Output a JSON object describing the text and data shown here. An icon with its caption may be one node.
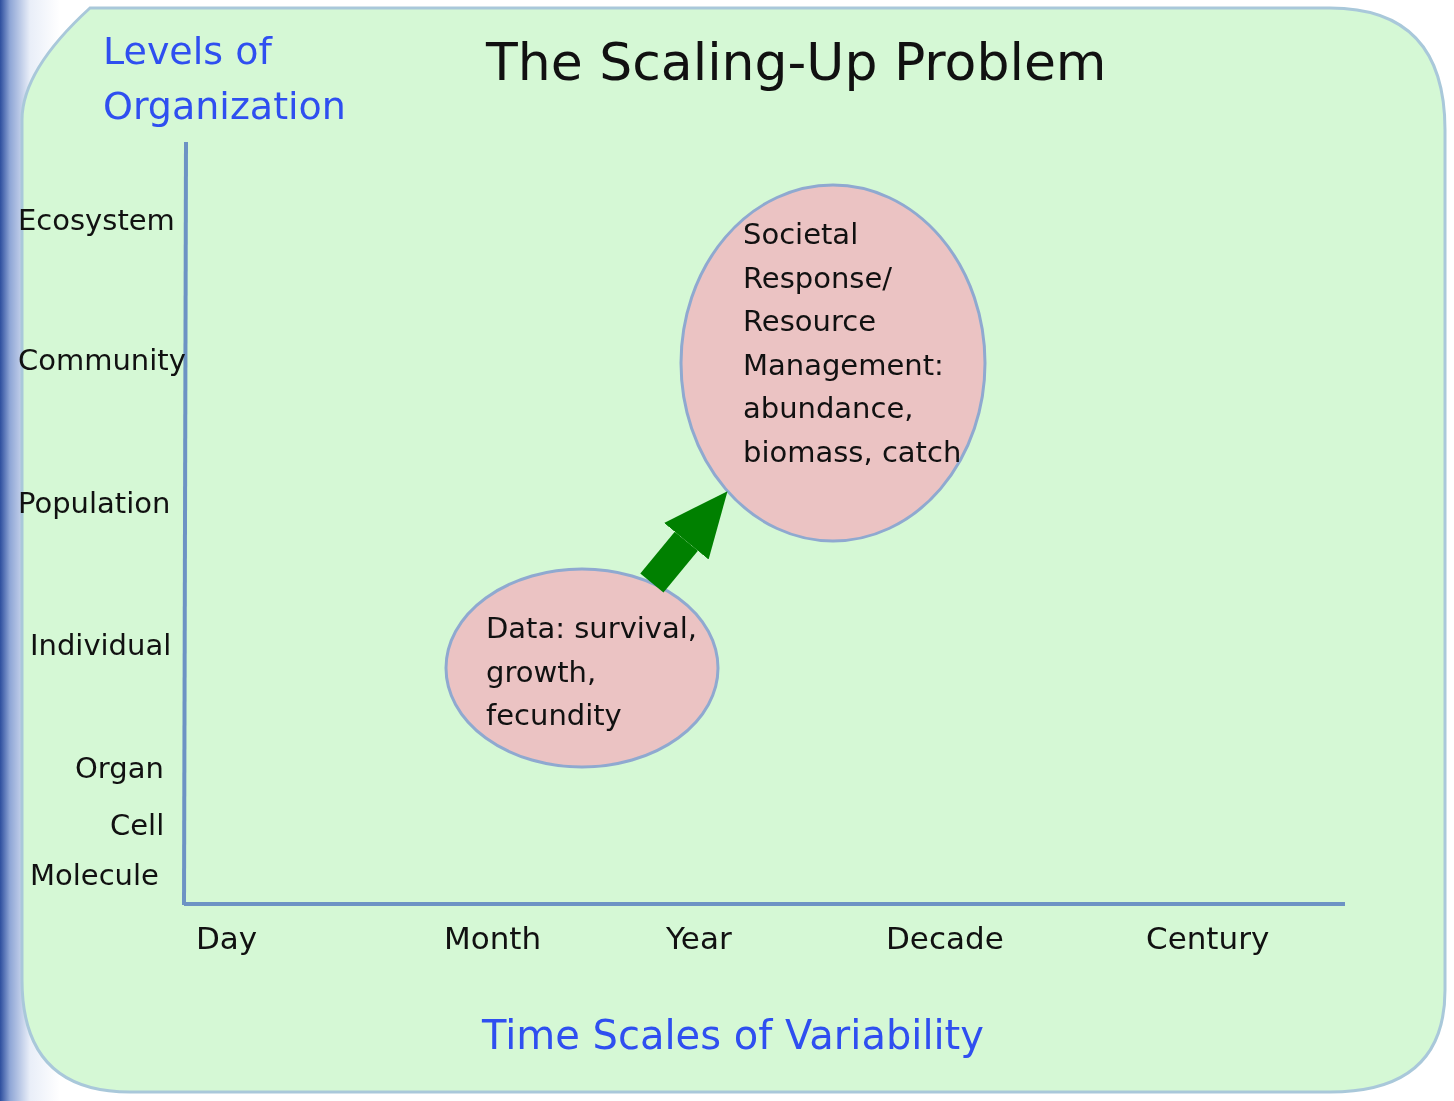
{
  "diagram": {
    "title": "The Scaling-Up Problem",
    "nodes": [
      {
        "text": [
          "Data: survival, growth, fecundity"
        ]
      },
      {
        "text": [
          "Societal Response/ Resource Management: abundance, biomass, catch"
        ]
      }
    ],
    "edges": [
      {
        "from": 0,
        "to": 1,
        "arrow": "to",
        "color": "#008000"
      }
    ],
    "labels": [
      "Levels of Organization",
      "Ecosystem",
      "Community",
      "Population",
      "Individual",
      "Organ",
      "Cell",
      "Molecule",
      "Day",
      "Month",
      "Year",
      "Decade",
      "Century",
      "Time Scales of Variability"
    ]
  }
}
